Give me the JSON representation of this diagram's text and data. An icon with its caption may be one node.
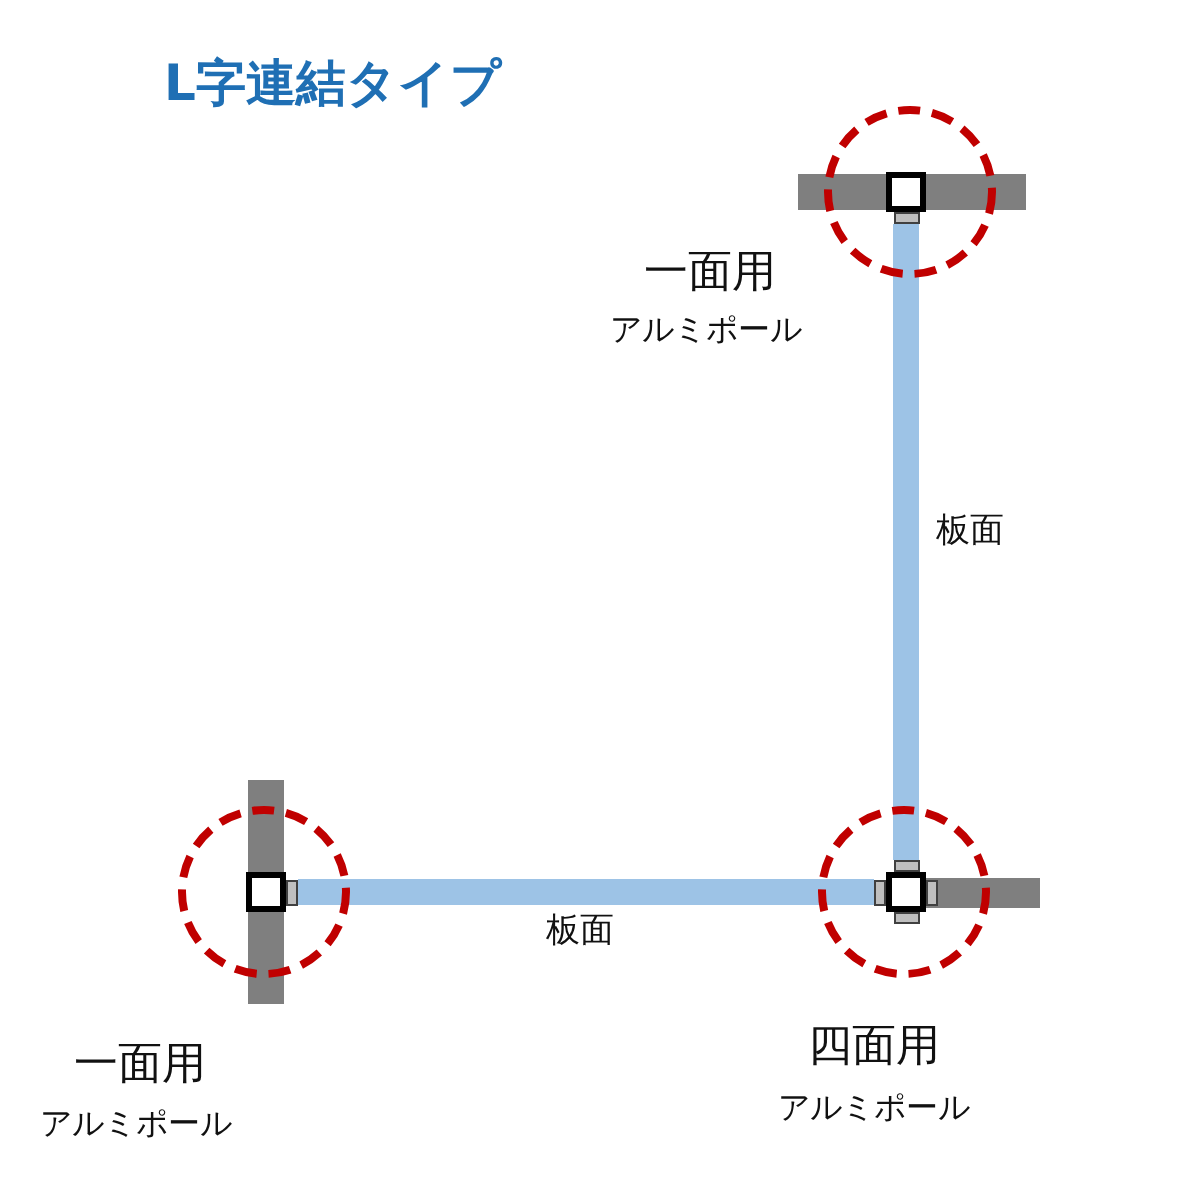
{
  "diagram": {
    "title": "L字連結タイプ",
    "nodes": [
      {
        "text": [],
        "shape": "box",
        "beside": [
          "一面用",
          "アルミポール"
        ]
      },
      {
        "text": [],
        "shape": "box",
        "beside": [
          "一面用",
          "アルミポール"
        ]
      },
      {
        "text": [],
        "shape": "box",
        "beside": [
          "四面用",
          "アルミポール"
        ]
      }
    ],
    "edges": [
      {
        "from": 0,
        "to": 2,
        "arrow": "none",
        "label": "板面"
      },
      {
        "from": 1,
        "to": 2,
        "arrow": "none",
        "label": "板面"
      }
    ]
  }
}
